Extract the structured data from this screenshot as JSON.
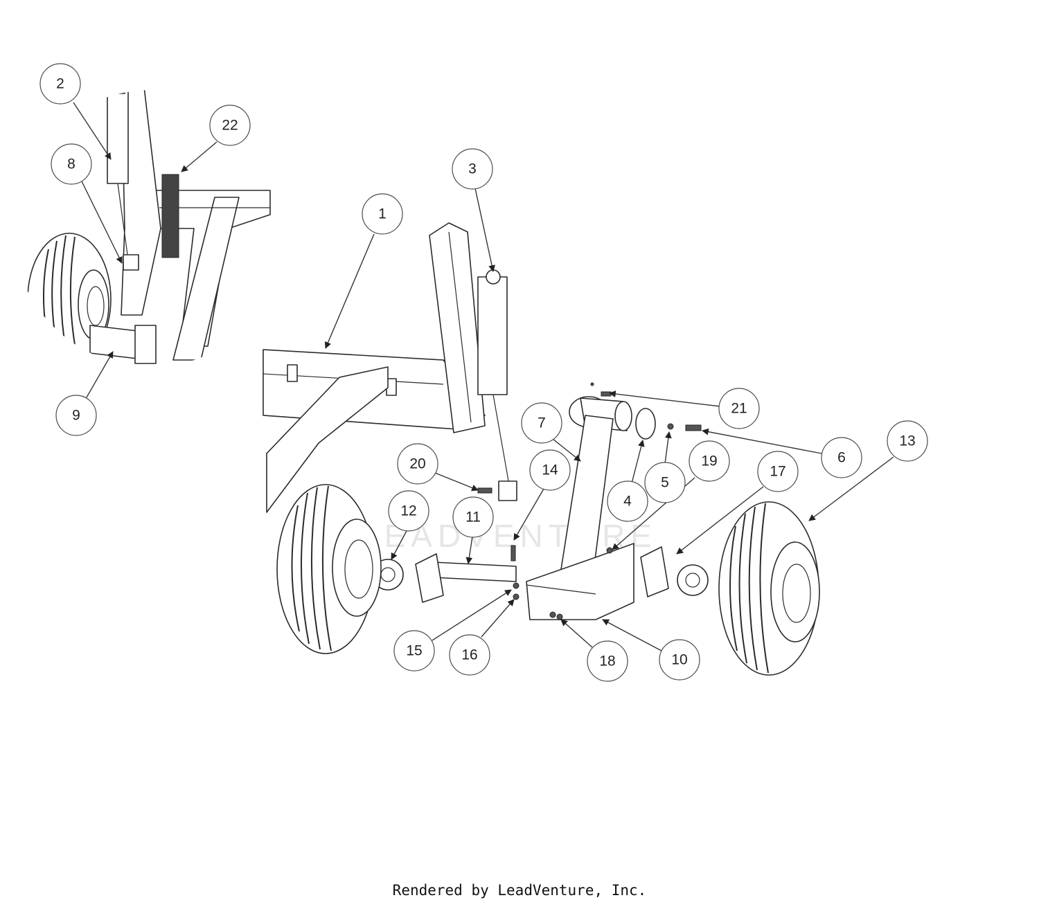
{
  "watermark": "LEADVENTURE",
  "footer": "Rendered by LeadVenture, Inc.",
  "callouts": [
    {
      "id": "2",
      "label": "2"
    },
    {
      "id": "22",
      "label": "22"
    },
    {
      "id": "8",
      "label": "8"
    },
    {
      "id": "9",
      "label": "9"
    },
    {
      "id": "1",
      "label": "1"
    },
    {
      "id": "3",
      "label": "3"
    },
    {
      "id": "21",
      "label": "21"
    },
    {
      "id": "7",
      "label": "7"
    },
    {
      "id": "6",
      "label": "6"
    },
    {
      "id": "13",
      "label": "13"
    },
    {
      "id": "20",
      "label": "20"
    },
    {
      "id": "14",
      "label": "14"
    },
    {
      "id": "19",
      "label": "19"
    },
    {
      "id": "17",
      "label": "17"
    },
    {
      "id": "5",
      "label": "5"
    },
    {
      "id": "4",
      "label": "4"
    },
    {
      "id": "12",
      "label": "12"
    },
    {
      "id": "11",
      "label": "11"
    },
    {
      "id": "15",
      "label": "15"
    },
    {
      "id": "16",
      "label": "16"
    },
    {
      "id": "18",
      "label": "18"
    },
    {
      "id": "10",
      "label": "10"
    }
  ]
}
